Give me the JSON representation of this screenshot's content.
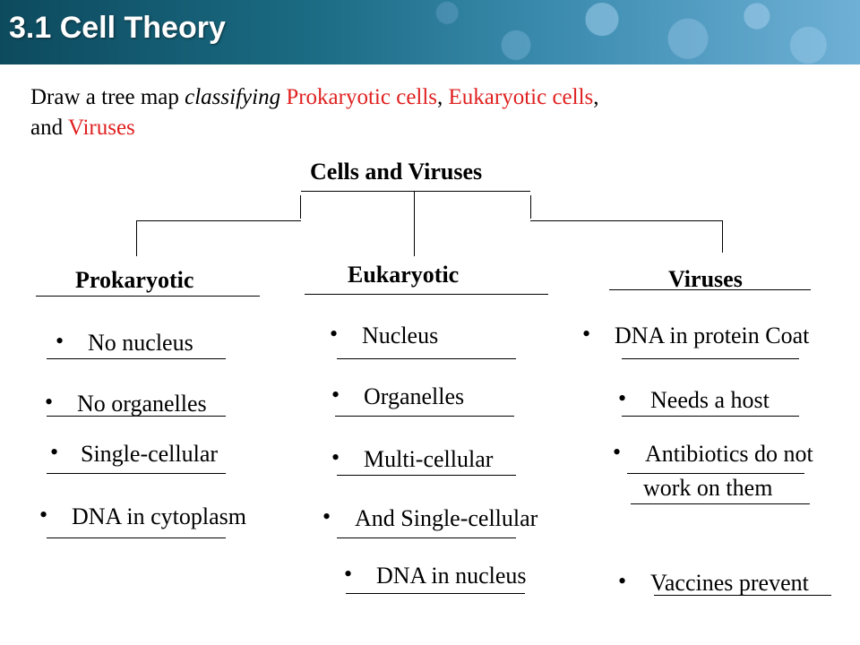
{
  "header": {
    "title": "3.1 Cell Theory"
  },
  "instruction": {
    "part1": "Draw a tree map ",
    "classifying": "classifying",
    "space": " ",
    "prokaryotic": "Prokaryotic cells",
    "comma1": ", ",
    "eukaryotic": "Eukaryotic cells",
    "comma2": ",",
    "and": "and ",
    "viruses": "Viruses",
    "colors": {
      "highlight": "#e02020"
    }
  },
  "tree": {
    "root": "Cells and Viruses",
    "prokaryotic": {
      "title": "Prokaryotic",
      "items": [
        "No nucleus",
        "No organelles",
        "Single-cellular",
        "DNA in cytoplasm"
      ]
    },
    "eukaryotic": {
      "title": "Eukaryotic",
      "items": [
        "Nucleus",
        "Organelles",
        "Multi-cellular",
        "And Single-cellular",
        "DNA in nucleus"
      ]
    },
    "viruses": {
      "title": "Viruses",
      "items": [
        "DNA in protein Coat",
        "Needs a host",
        "Antibiotics do not",
        "work on them",
        "Vaccines prevent"
      ]
    },
    "bullet": "•"
  }
}
